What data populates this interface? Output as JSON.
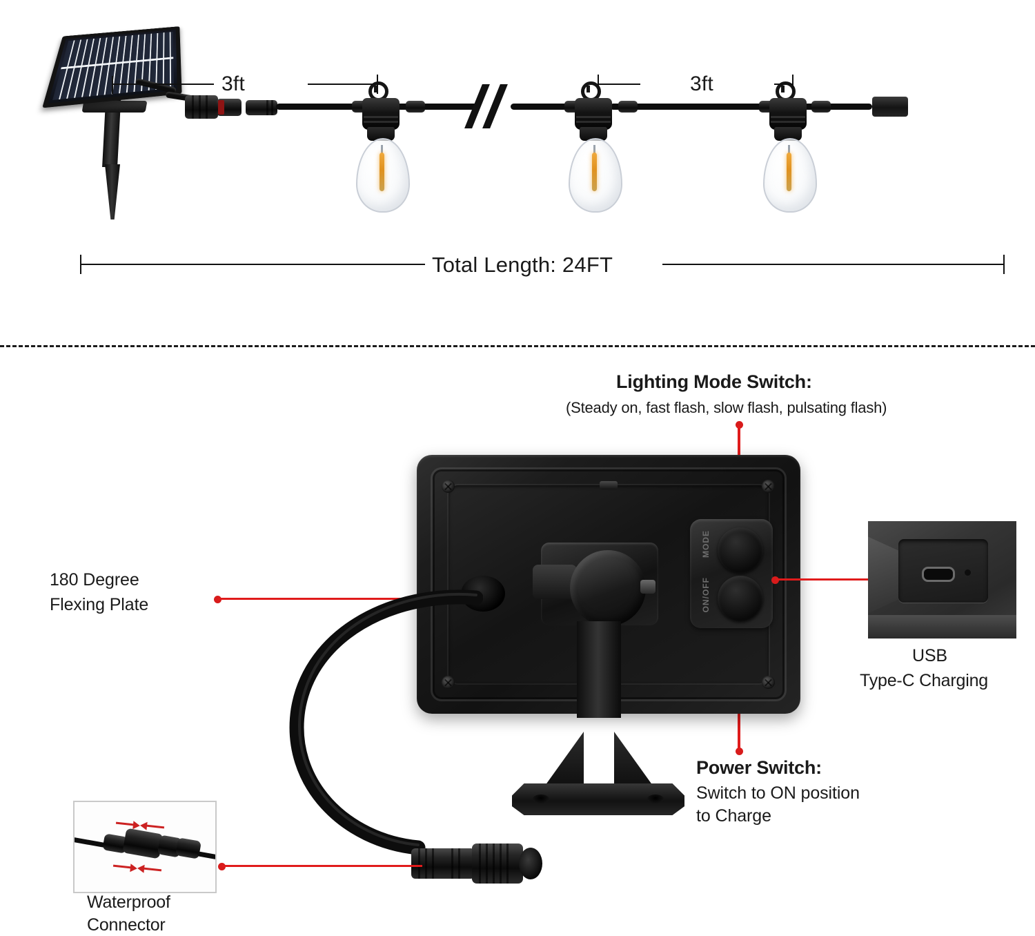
{
  "top_section": {
    "dimension_labels": [
      {
        "text": "3ft",
        "id": "lead-cable-length"
      },
      {
        "text": "3ft",
        "id": "bulb-spacing"
      }
    ],
    "total_length": "Total Length: 24FT",
    "components": {
      "solar_panel": "solar-panel-with-stake",
      "waterproof_connector_pair": "connector-pair",
      "bulbs": 3,
      "break_mark": "//",
      "end_cap": "string-end-cap"
    }
  },
  "bottom_section": {
    "callouts": {
      "lighting_mode": {
        "title": "Lighting Mode Switch:",
        "subtitle": "(Steady on, fast flash, slow flash, pulsating flash)"
      },
      "flexing_plate": {
        "line1": "180 Degree",
        "line2": "Flexing Plate"
      },
      "power_switch": {
        "title": "Power Switch:",
        "line1": "Switch to ON position",
        "line2": "to Charge"
      },
      "usb_inset": {
        "line1": "USB",
        "line2": "Type-C Charging"
      },
      "waterproof_inset": {
        "line1": "Waterproof",
        "line2": "Connector"
      }
    },
    "panel_back": {
      "button_mode_label": "MODE",
      "button_power_label": "ON/OFF"
    }
  },
  "colors": {
    "leader_red": "#d81b1b",
    "body_black": "#111111",
    "filament_amber": "#e0921f",
    "panel_cell_blue": "#1e2433",
    "gasket_red": "#8e1414"
  }
}
